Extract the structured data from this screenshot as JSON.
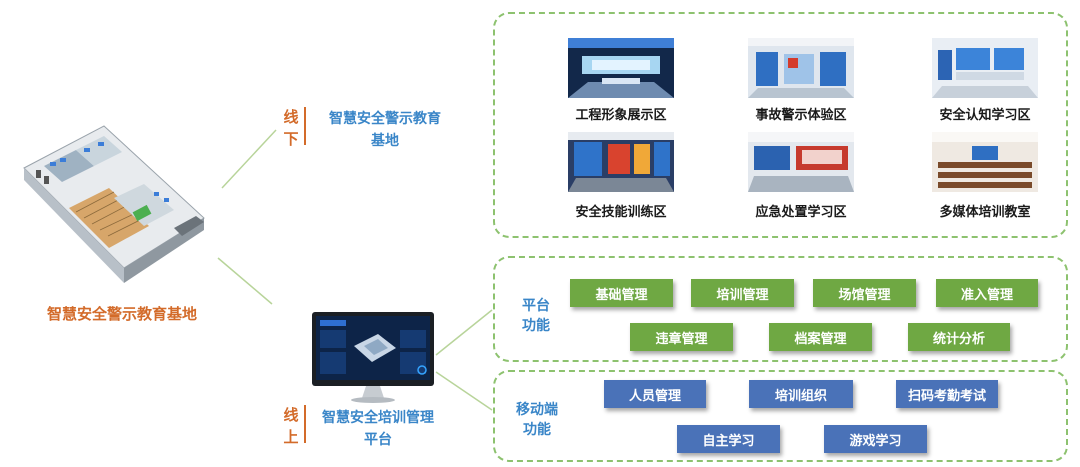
{
  "base": {
    "title": "智慧安全警示教育基地"
  },
  "offline": {
    "tag": [
      "线",
      "下"
    ],
    "title_line1": "智慧安全警示教育",
    "title_line2": "基地",
    "areas": [
      {
        "label": "工程形象展示区"
      },
      {
        "label": "事故警示体验区"
      },
      {
        "label": "安全认知学习区"
      },
      {
        "label": "安全技能训练区"
      },
      {
        "label": "应急处置学习区"
      },
      {
        "label": "多媒体培训教室"
      }
    ]
  },
  "online": {
    "tag": [
      "线",
      "上"
    ],
    "title_line1": "智慧安全培训管理",
    "title_line2": "平台"
  },
  "platform": {
    "label_line1": "平台",
    "label_line2": "功能",
    "functions": [
      "基础管理",
      "培训管理",
      "场馆管理",
      "准入管理",
      "违章管理",
      "档案管理",
      "统计分析"
    ]
  },
  "mobile": {
    "label_line1": "移动端",
    "label_line2": "功能",
    "functions": [
      "人员管理",
      "培训组织",
      "扫码考勤考试",
      "自主学习",
      "游戏学习"
    ]
  },
  "colors": {
    "accent_orange": "#d36b2a",
    "accent_blue": "#3a86c8",
    "green_button": "#6fa843",
    "blue_button": "#4a72b8",
    "dashed_border": "#8dc26f"
  }
}
